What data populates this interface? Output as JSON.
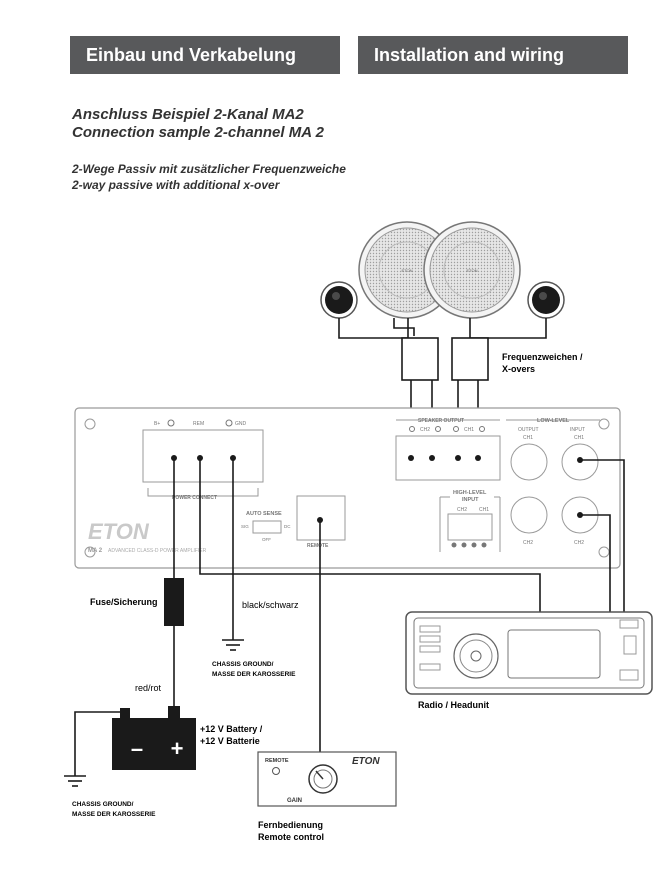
{
  "header": {
    "left_title": "Einbau und Verkabelung",
    "right_title": "Installation and wiring"
  },
  "headings": {
    "line1_de": "Anschluss Beispiel 2-Kanal MA2",
    "line1_en": "Connection sample 2-channel MA 2",
    "line2_de": "2-Wege Passiv mit zusätzlicher Frequenzweiche",
    "line2_en": "2-way passive with additional x-over"
  },
  "amplifier": {
    "brand": "ETON",
    "model": "MA 2",
    "subtitle": "ADVANCED CLASS-D POWER AMPLIFIER",
    "power_connect": "POWER CONNECT",
    "terminal_bplus": "B+",
    "terminal_rem": "REM",
    "terminal_gnd": "GND",
    "speaker_output": "SPEAKER OUTPUT",
    "speaker_ch2": "CH2",
    "speaker_ch1": "CH1",
    "low_level": "LOW-LEVEL",
    "output": "OUTPUT",
    "input": "INPUT",
    "ch1_out": "CH1",
    "ch1_in": "CH1",
    "ch2_out": "CH2",
    "ch2_in": "CH2",
    "high_level": "HIGH-LEVEL",
    "high_level_input": "INPUT",
    "hl_ch2": "CH2",
    "hl_ch1": "CH1",
    "auto_sense": "AUTO SENSE",
    "sig": "SIG",
    "dc": "DC",
    "off": "OFF",
    "remote": "REMOTE"
  },
  "labels": {
    "xovers": "Frequenzweichen /",
    "xovers2": "X-overs",
    "fuse": "Fuse/Sicherung",
    "black": "black/schwarz",
    "chassis1a": "CHASSIS GROUND/",
    "chassis1b": "MASSE DER KAROSSERIE",
    "redrot": "red/rot",
    "battery1": "+12 V Battery /",
    "battery2": "+12 V Batterie",
    "chassis2a": "CHASSIS GROUND/",
    "chassis2b": "MASSE DER KAROSSERIE",
    "radio": "Radio / Headunit",
    "remote_de": "Fernbedienung",
    "remote_en": "Remote control"
  },
  "remote_unit": {
    "remote": "REMOTE",
    "gain": "GAIN",
    "brand": "ETON"
  },
  "battery": {
    "minus": "–",
    "plus": "+"
  },
  "colors": {
    "banner": "#58595b",
    "line": "#1a1a1a",
    "panel_outline": "#9a9a9a"
  }
}
